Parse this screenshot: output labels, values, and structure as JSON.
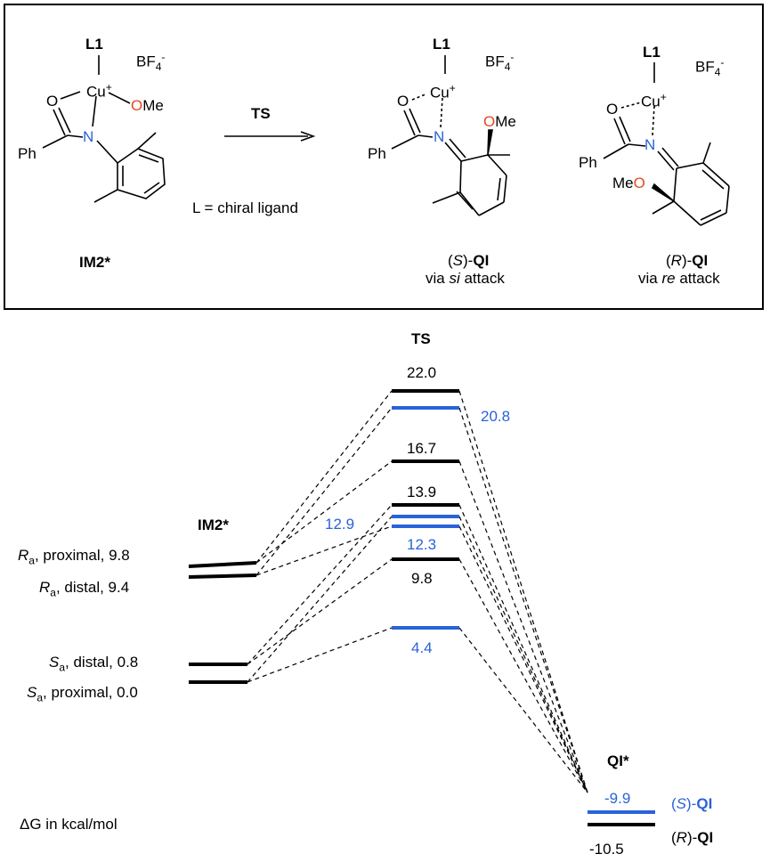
{
  "scheme": {
    "im2": {
      "ligand": "L1",
      "metal": "Cu",
      "charge": "+",
      "counterion_base": "BF",
      "counterion_sub": "4",
      "counterion_sup": "-",
      "o": "O",
      "methoxy_o": "O",
      "methoxy_me": "Me",
      "n": "N",
      "ph": "Ph",
      "name": "IM2*"
    },
    "arrow_label": "TS",
    "ligand_note": "L = chiral ligand",
    "s_product": {
      "ligand": "L1",
      "metal": "Cu",
      "charge": "+",
      "counterion_base": "BF",
      "counterion_sub": "4",
      "counterion_sup": "-",
      "o": "O",
      "n": "N",
      "ph": "Ph",
      "ome_o": "O",
      "ome_me": "Me",
      "label_pre": "(",
      "label_config": "S",
      "label_mid": ")-",
      "label_name": "QI",
      "attack_pre": "via ",
      "attack_face": "si",
      "attack_post": " attack"
    },
    "r_product": {
      "ligand": "L1",
      "metal": "Cu",
      "charge": "+",
      "counterion_base": "BF",
      "counterion_sub": "4",
      "counterion_sup": "-",
      "o": "O",
      "n": "N",
      "ph": "Ph",
      "meo_me": "Me",
      "meo_o": "O",
      "label_pre": "(",
      "label_config": "R",
      "label_mid": ")-",
      "label_name": "QI",
      "attack_pre": "via ",
      "attack_face": "re",
      "attack_post": " attack"
    }
  },
  "diagram": {
    "ts_header": "TS",
    "im2_header": "IM2*",
    "qi_header": "QI*",
    "energy_unit_label": "ΔG in kcal/mol",
    "colors": {
      "black": "#000000",
      "blue": "#2a63d8"
    },
    "im2_levels": [
      {
        "prefix": "R",
        "sub": "a",
        "text": ", proximal, 9.8"
      },
      {
        "prefix": "R",
        "sub": "a",
        "text": ", distal, 9.4"
      },
      {
        "prefix": "S",
        "sub": "a",
        "text": ", distal, 0.8"
      },
      {
        "prefix": "S",
        "sub": "a",
        "text": ", proximal, 0.0"
      }
    ],
    "ts_levels": [
      {
        "value": "22.0",
        "color": "black"
      },
      {
        "value": "20.8",
        "color": "blue"
      },
      {
        "value": "16.7",
        "color": "black"
      },
      {
        "value": "13.9",
        "color": "black"
      },
      {
        "value": "12.9",
        "color": "blue"
      },
      {
        "value": "12.3",
        "color": "blue"
      },
      {
        "value": "9.8",
        "color": "black"
      },
      {
        "value": "4.4",
        "color": "blue"
      }
    ],
    "qi_levels": [
      {
        "value": "-9.9",
        "color": "blue",
        "label_pre": "(",
        "label_config": "S",
        "label_mid": ")-",
        "label_name": "QI"
      },
      {
        "value": "-10.5",
        "color": "black",
        "label_pre": "(",
        "label_config": "R",
        "label_mid": ")-",
        "label_name": "QI"
      }
    ]
  }
}
